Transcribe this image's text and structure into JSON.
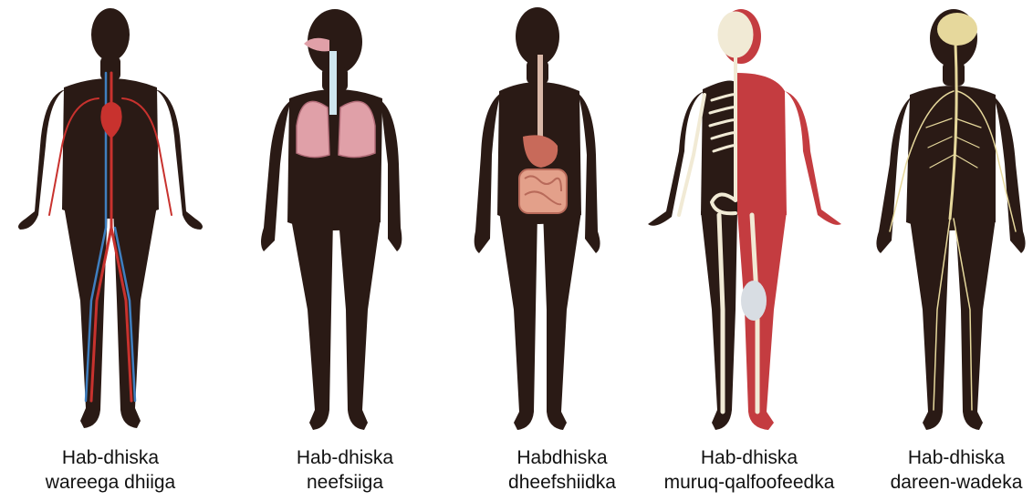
{
  "figures": [
    {
      "line1": "Hab-dhiska",
      "line2": "wareega dhiiga",
      "system": "circulatory"
    },
    {
      "line1": "Hab-dhiska",
      "line2": "neefsiiga",
      "system": "respiratory"
    },
    {
      "line1": "Habdhiska",
      "line2": "dheefshiidka",
      "system": "digestive"
    },
    {
      "line1": "Hab-dhiska",
      "line2": "muruq-qalfoofeedka",
      "system": "musculoskeletal"
    },
    {
      "line1": "Hab-dhiska",
      "line2": "dareen-wadeka",
      "system": "nervous"
    }
  ],
  "colors": {
    "body": "#2a1a15",
    "artery": "#c8322e",
    "vein": "#3f7fc0",
    "lung": "#e0a0a8",
    "stomach": "#c86a5a",
    "intestine": "#e3a08a",
    "muscle": "#c43c40",
    "bone": "#f1ead5",
    "nerve": "#e6d89c"
  }
}
